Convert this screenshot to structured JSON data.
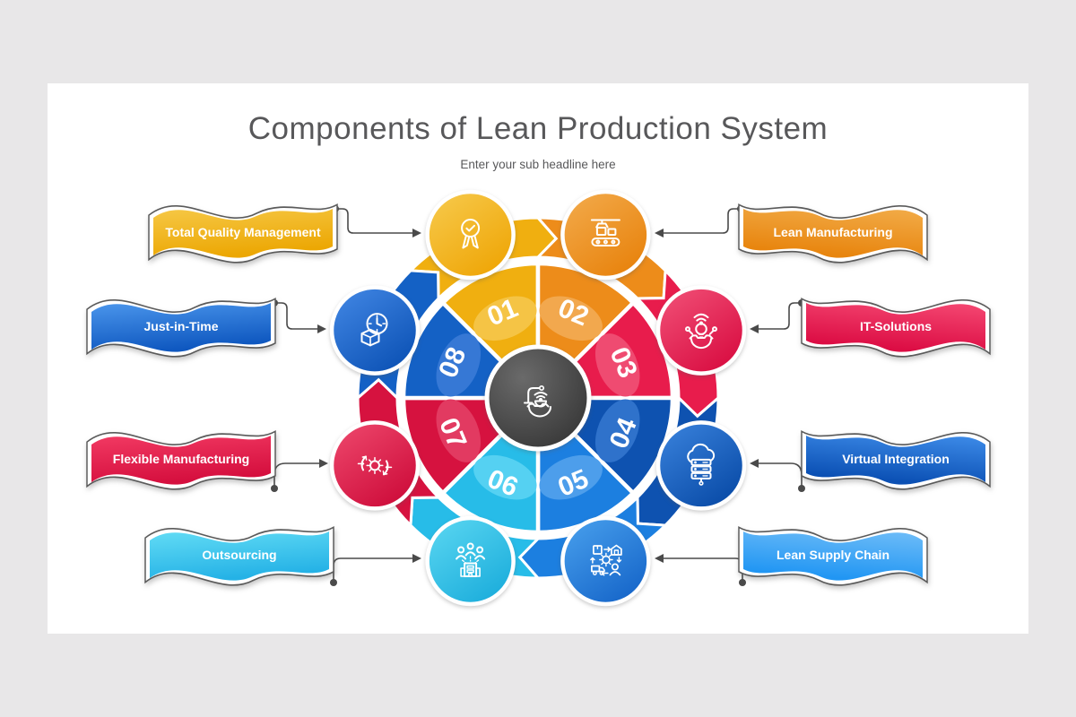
{
  "slide": {
    "title": "Components of Lean Production System",
    "subtitle": "Enter your sub headline here",
    "background": "#ffffff",
    "page_background": "#e8e7e8",
    "title_color": "#58585a"
  },
  "center": {
    "icon": "robotic-arm-gear-icon",
    "colors": [
      "#6a6a6a",
      "#2d2d2d"
    ]
  },
  "connector_color": "#4a4a4a",
  "items": [
    {
      "number": "01",
      "label": "Total Quality Management",
      "icon": "medal-icon",
      "side": "left",
      "wheel_color": "#F0AF10",
      "blob_color": "#F5C445",
      "circle_colors": [
        "#F7CB4F",
        "#EFA607"
      ],
      "ribbon_colors": [
        "#F6C846",
        "#ECA703"
      ]
    },
    {
      "number": "02",
      "label": "Lean Manufacturing",
      "icon": "conveyor-icon",
      "side": "right",
      "wheel_color": "#ED8C1A",
      "blob_color": "#F2A84E",
      "circle_colors": [
        "#F3AC4E",
        "#E8830D"
      ],
      "ribbon_colors": [
        "#F2AC49",
        "#E8850E"
      ]
    },
    {
      "number": "03",
      "label": "IT-Solutions",
      "icon": "innovation-icon",
      "side": "right",
      "wheel_color": "#E81C4C",
      "blob_color": "#EF4B71",
      "circle_colors": [
        "#F25379",
        "#D90E42"
      ],
      "ribbon_colors": [
        "#F54973",
        "#DC0D44"
      ]
    },
    {
      "number": "04",
      "label": "Virtual Integration",
      "icon": "cloud-server-icon",
      "side": "right",
      "wheel_color": "#0E52B0",
      "blob_color": "#2F72CB",
      "circle_colors": [
        "#3B84DE",
        "#0A4CA8"
      ],
      "ribbon_colors": [
        "#3E8CE9",
        "#0B50B4"
      ]
    },
    {
      "number": "05",
      "label": "Lean Supply Chain",
      "icon": "supply-chain-icon",
      "side": "right",
      "wheel_color": "#1C7FE0",
      "blob_color": "#4D9EEB",
      "circle_colors": [
        "#4AA2EE",
        "#1767CA"
      ],
      "ribbon_colors": [
        "#6FBDF8",
        "#2196F3"
      ]
    },
    {
      "number": "06",
      "label": "Outsourcing",
      "icon": "team-building-icon",
      "side": "left",
      "wheel_color": "#27BCE8",
      "blob_color": "#55D1F2",
      "circle_colors": [
        "#5CD8F2",
        "#1DAEDC"
      ],
      "ribbon_colors": [
        "#62DCF5",
        "#25B2E6"
      ]
    },
    {
      "number": "07",
      "label": "Flexible Manufacturing",
      "icon": "process-arrows-gear-icon",
      "side": "left",
      "wheel_color": "#D6123F",
      "blob_color": "#E23A61",
      "circle_colors": [
        "#EF4A6E",
        "#CE0D3B"
      ],
      "ribbon_colors": [
        "#F23A63",
        "#D50F3E"
      ]
    },
    {
      "number": "08",
      "label": "Just-in-Time",
      "icon": "clock-box-icon",
      "side": "left",
      "wheel_color": "#1461C5",
      "blob_color": "#3678D5",
      "circle_colors": [
        "#4489E6",
        "#0D53B6"
      ],
      "ribbon_colors": [
        "#4B96EC",
        "#0F58C0"
      ]
    }
  ]
}
